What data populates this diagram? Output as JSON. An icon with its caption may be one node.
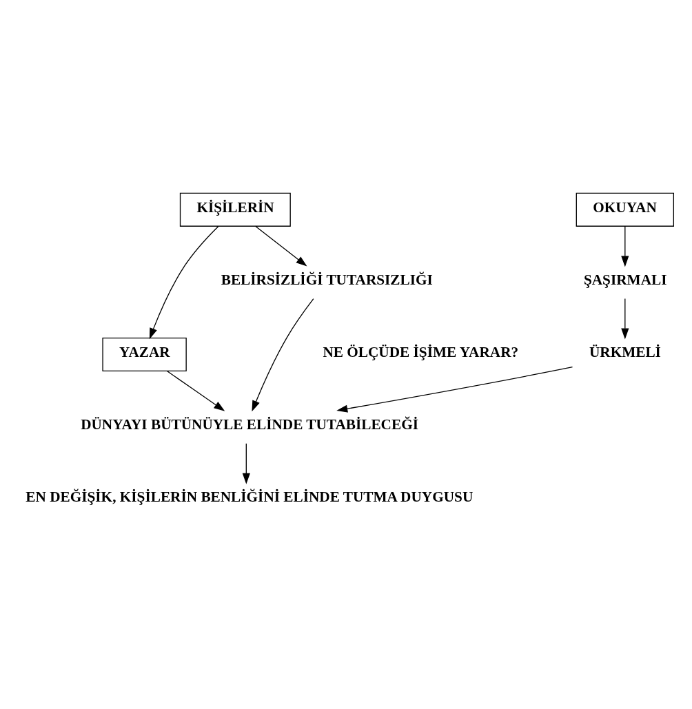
{
  "diagram": {
    "nodes": [
      {
        "text": [
          "YAZAR"
        ]
      },
      {
        "text": [
          "KİŞİLERİN"
        ]
      },
      {
        "text": [
          "OKUYAN"
        ]
      },
      {
        "text": [
          "BELİRSİZLİĞİ TUTARSIZLIĞI"
        ]
      },
      {
        "text": [
          "ŞAŞIRMALI"
        ]
      },
      {
        "text": [
          "ÜRKMELİ"
        ]
      },
      {
        "text": [
          "DÜNYAYI BÜTÜNÜYLE ELİNDE TUTABİLECEĞİ"
        ]
      },
      {
        "text": [
          "EN DEĞİŞİK, KİŞİLERİN BENLİĞİNİ ELİNDE TUTMA DUYGUSU"
        ]
      }
    ],
    "edges": [
      {
        "from": 1,
        "to": 0,
        "arrow": "to"
      },
      {
        "from": 1,
        "to": 3,
        "arrow": "to"
      },
      {
        "from": 2,
        "to": 4,
        "arrow": "to"
      },
      {
        "from": 4,
        "to": 5,
        "arrow": "to"
      },
      {
        "from": 3,
        "to": 6,
        "arrow": "to"
      },
      {
        "from": 0,
        "to": 6,
        "arrow": "to"
      },
      {
        "from": 5,
        "to": 6,
        "arrow": "to"
      },
      {
        "from": 6,
        "to": 7,
        "arrow": "to"
      }
    ],
    "labels": [
      "NE ÖLÇÜDE İŞİME YARAR?"
    ]
  }
}
